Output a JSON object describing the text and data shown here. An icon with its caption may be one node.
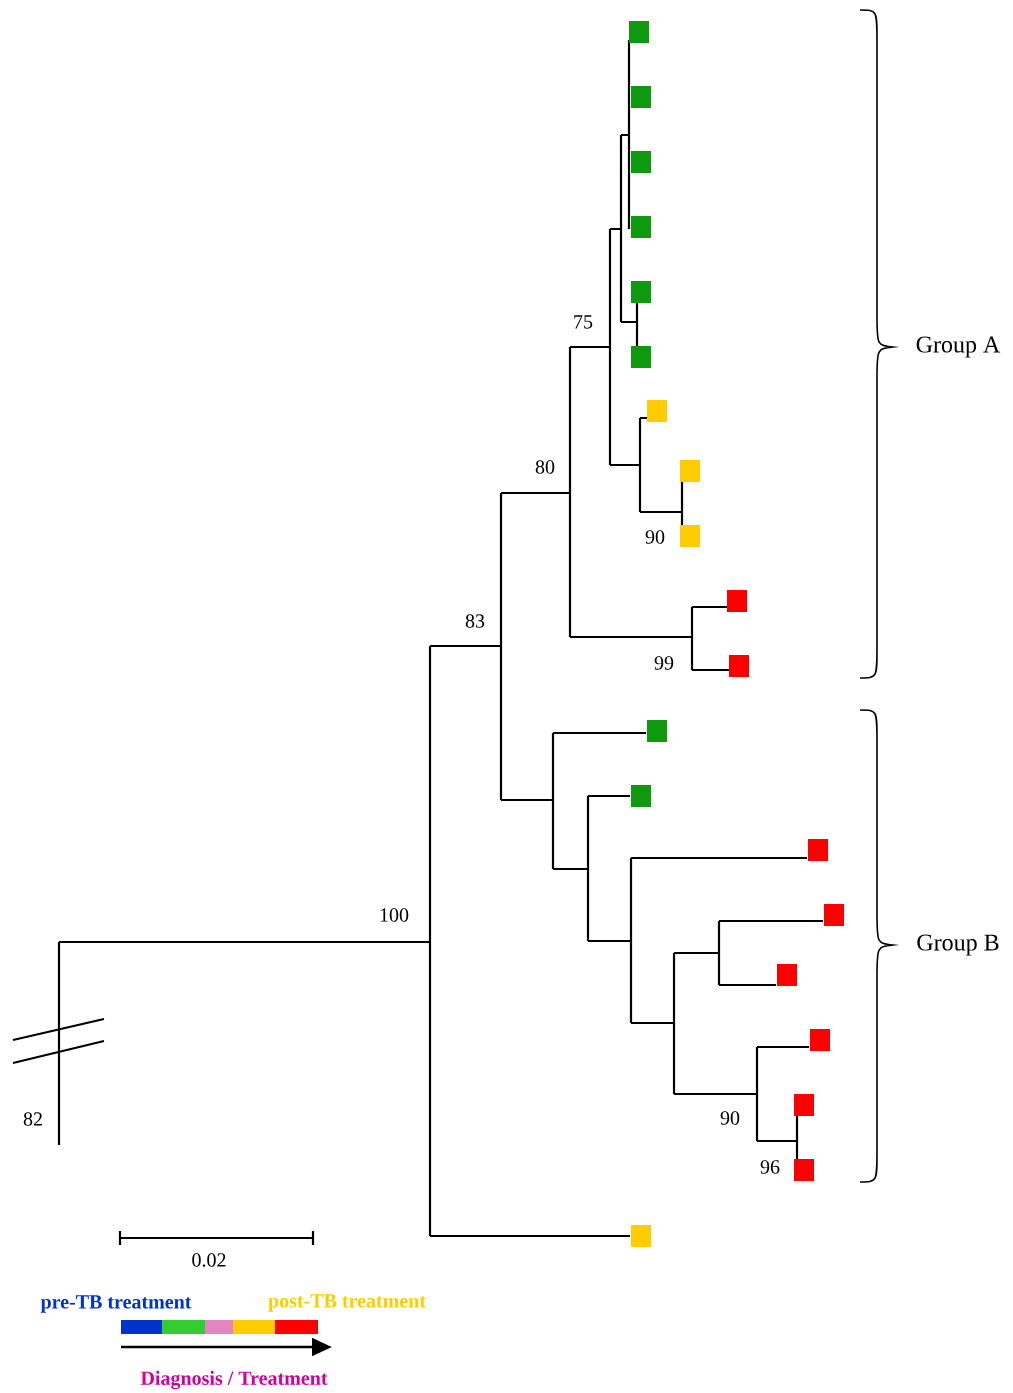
{
  "diagram": {
    "nodes": [
      {
        "text": [],
        "shape": "box"
      },
      {
        "text": [],
        "shape": "box"
      },
      {
        "text": [],
        "shape": "box"
      },
      {
        "text": [],
        "shape": "box"
      },
      {
        "text": [],
        "shape": "box"
      },
      {
        "text": [],
        "shape": "box"
      },
      {
        "text": [],
        "shape": "box"
      },
      {
        "text": [],
        "shape": "box"
      },
      {
        "text": [],
        "shape": "box"
      },
      {
        "text": [],
        "shape": "box"
      },
      {
        "text": [],
        "shape": "box"
      },
      {
        "text": [],
        "shape": "box"
      },
      {
        "text": [],
        "shape": "box"
      },
      {
        "text": [],
        "shape": "box"
      },
      {
        "text": [],
        "shape": "box"
      },
      {
        "text": [],
        "shape": "box"
      },
      {
        "text": [],
        "shape": "box"
      },
      {
        "text": [],
        "shape": "box"
      },
      {
        "text": [],
        "shape": "box"
      },
      {
        "text": [],
        "shape": "box"
      }
    ],
    "labels": [
      "75",
      "Group A",
      "80",
      "90",
      "83",
      "99",
      "100",
      "Group B",
      "82",
      "90",
      "96",
      "0.02"
    ],
    "legend": [
      {
        "text": "pre-TB treatment",
        "color": "#33cc33"
      },
      {
        "text": "post-TB treatment",
        "color": "#ff0000"
      },
      {
        "text": "Diagnosis / Treatment",
        "color": "#e585c0"
      }
    ]
  }
}
